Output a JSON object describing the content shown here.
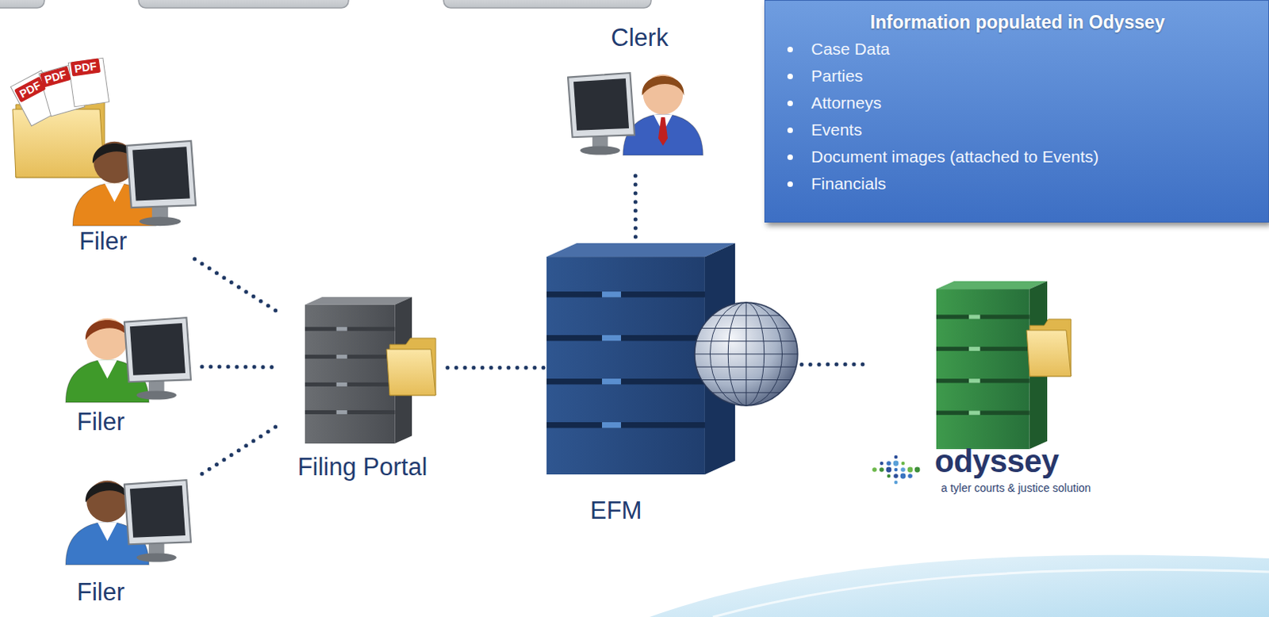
{
  "diagram": {
    "nodes": [
      {
        "text": [
          "Filer"
        ]
      },
      {
        "text": [
          "Filer"
        ]
      },
      {
        "text": [
          "Filer"
        ]
      },
      {
        "text": [
          "Filing Portal"
        ]
      },
      {
        "text": [
          "Clerk"
        ]
      },
      {
        "text": [
          "EFM"
        ]
      },
      {
        "text": [
          "odyssey",
          "a tyler courts & justice solution"
        ]
      },
      {
        "text": [
          "Information populated in Odyssey",
          "Case Data",
          "Parties",
          "Attorneys",
          "Events",
          "Document images (attached to Events)",
          "Financials"
        ]
      }
    ],
    "edges": [
      {
        "from": 0,
        "to": 3,
        "arrow": "none"
      },
      {
        "from": 1,
        "to": 3,
        "arrow": "none"
      },
      {
        "from": 2,
        "to": 3,
        "arrow": "none"
      },
      {
        "from": 3,
        "to": 5,
        "arrow": "none"
      },
      {
        "from": 4,
        "to": 5,
        "arrow": "none"
      },
      {
        "from": 5,
        "to": 6,
        "arrow": "none"
      }
    ],
    "labels": [
      "PDF",
      "PDF",
      "PDF"
    ]
  }
}
